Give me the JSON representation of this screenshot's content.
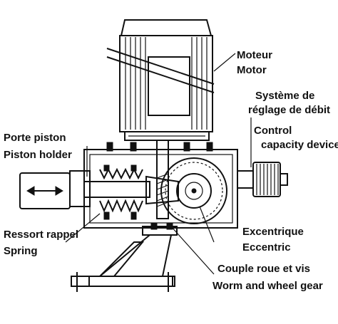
{
  "labels": {
    "motor_fr": "Moteur",
    "motor_en": "Motor",
    "control_fr_1": "Système de",
    "control_fr_2": "réglage de débit",
    "control_en_1": "Control",
    "control_en_2": "capacity device",
    "piston_holder_fr": "Porte piston",
    "piston_holder_en": "Piston holder",
    "spring_fr": "Ressort rappel",
    "spring_en": "Spring",
    "eccentric_fr": "Excentrique",
    "eccentric_en": "Eccentric",
    "gear_fr": "Couple roue et vis",
    "gear_en": "Worm and wheel gear"
  },
  "colors": {
    "ink": "#111111",
    "paper": "#ffffff"
  },
  "icons": {
    "stroke_direction": "double-arrow-icon"
  }
}
